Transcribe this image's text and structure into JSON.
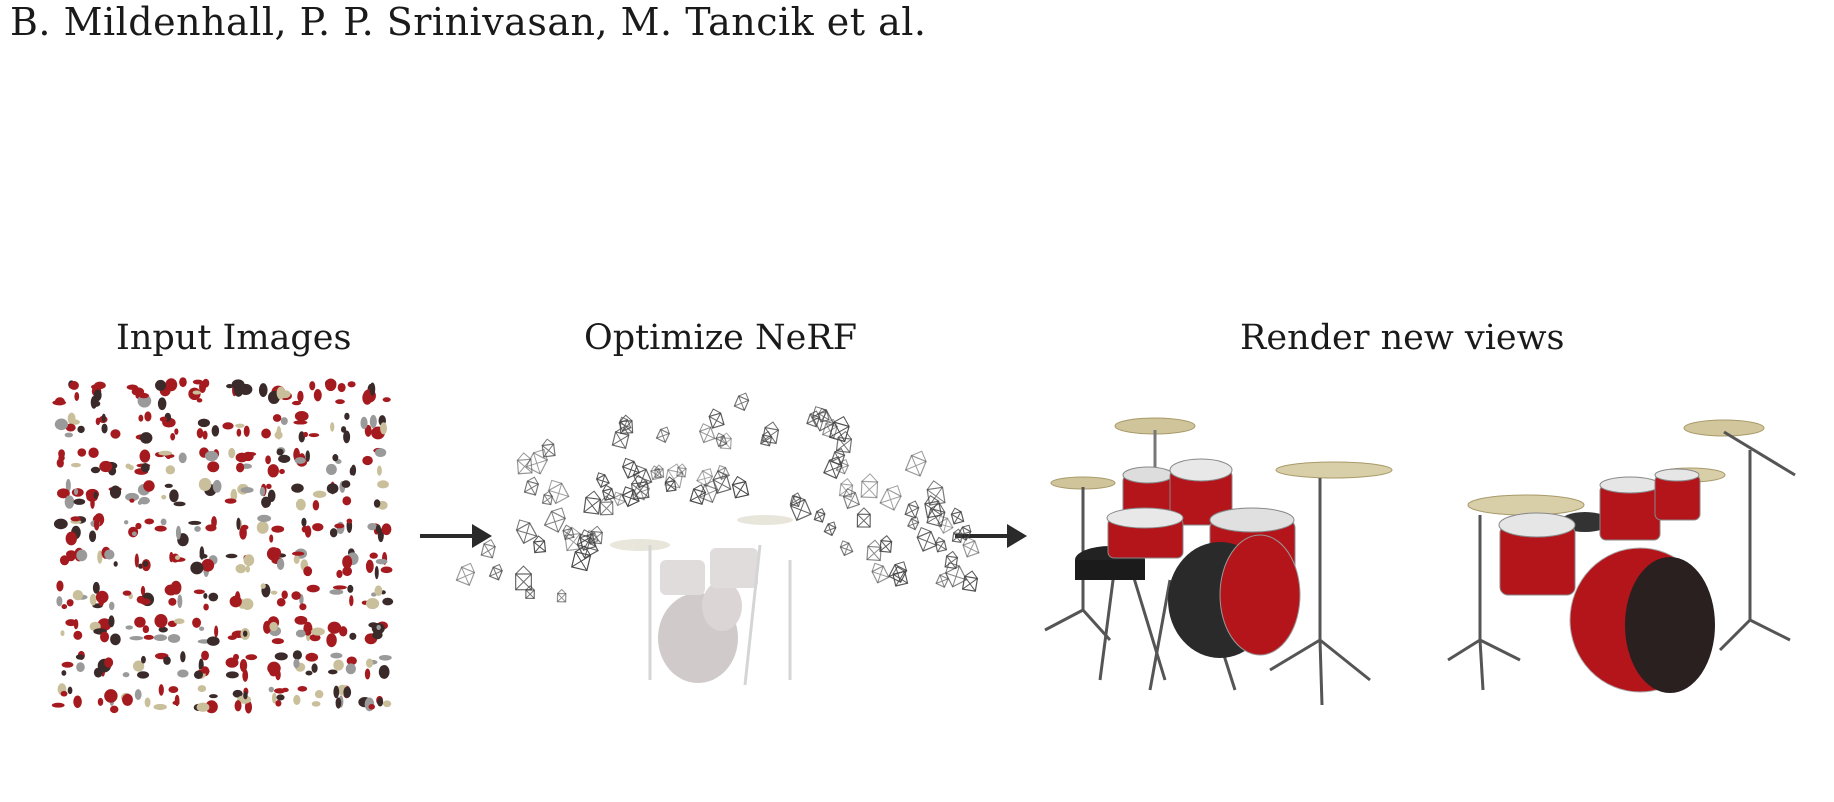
{
  "header": {
    "authors": "B. Mildenhall, P. P. Srinivasan, M. Tancik et al."
  },
  "figure": {
    "panels": [
      {
        "label": "Input Images"
      },
      {
        "label": "Optimize NeRF"
      },
      {
        "label": "Render new views"
      }
    ],
    "colors": {
      "drum_red": "#b3151b",
      "chrome": "#8a8a8a",
      "cymbal": "#d9cfa8",
      "camera_stroke": "#555555"
    },
    "icons": [
      "image-grid",
      "arrow-right-icon",
      "camera-frustum-icon",
      "drum-kit"
    ]
  }
}
